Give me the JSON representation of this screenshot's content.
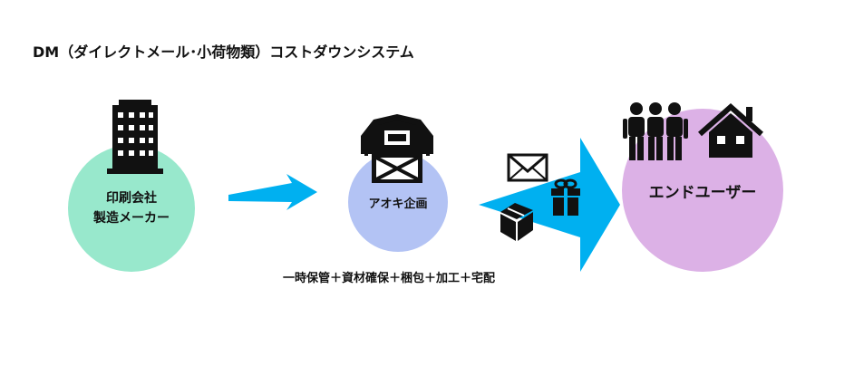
{
  "title": "DM（ダイレクトメール･小荷物類）コストダウンシステム",
  "nodes": {
    "manufacturer": {
      "line1": "印刷会社",
      "line2": "製造メーカー",
      "icon": "office-building-icon",
      "color": "#98e8cc"
    },
    "aoki": {
      "label": "アオキ企画",
      "icon": "barn-warehouse-icon",
      "color": "#b3c3f4"
    },
    "enduser": {
      "label": "エンドユーザー",
      "icons": [
        "people-group-icon",
        "house-icon"
      ],
      "color": "#dcb1e6"
    }
  },
  "services": "一時保管＋資材確保＋梱包＋加工＋宅配",
  "arrow_color": "#00b0f0",
  "parcel_icons": [
    "envelope-icon",
    "gift-icon",
    "box-icon"
  ]
}
